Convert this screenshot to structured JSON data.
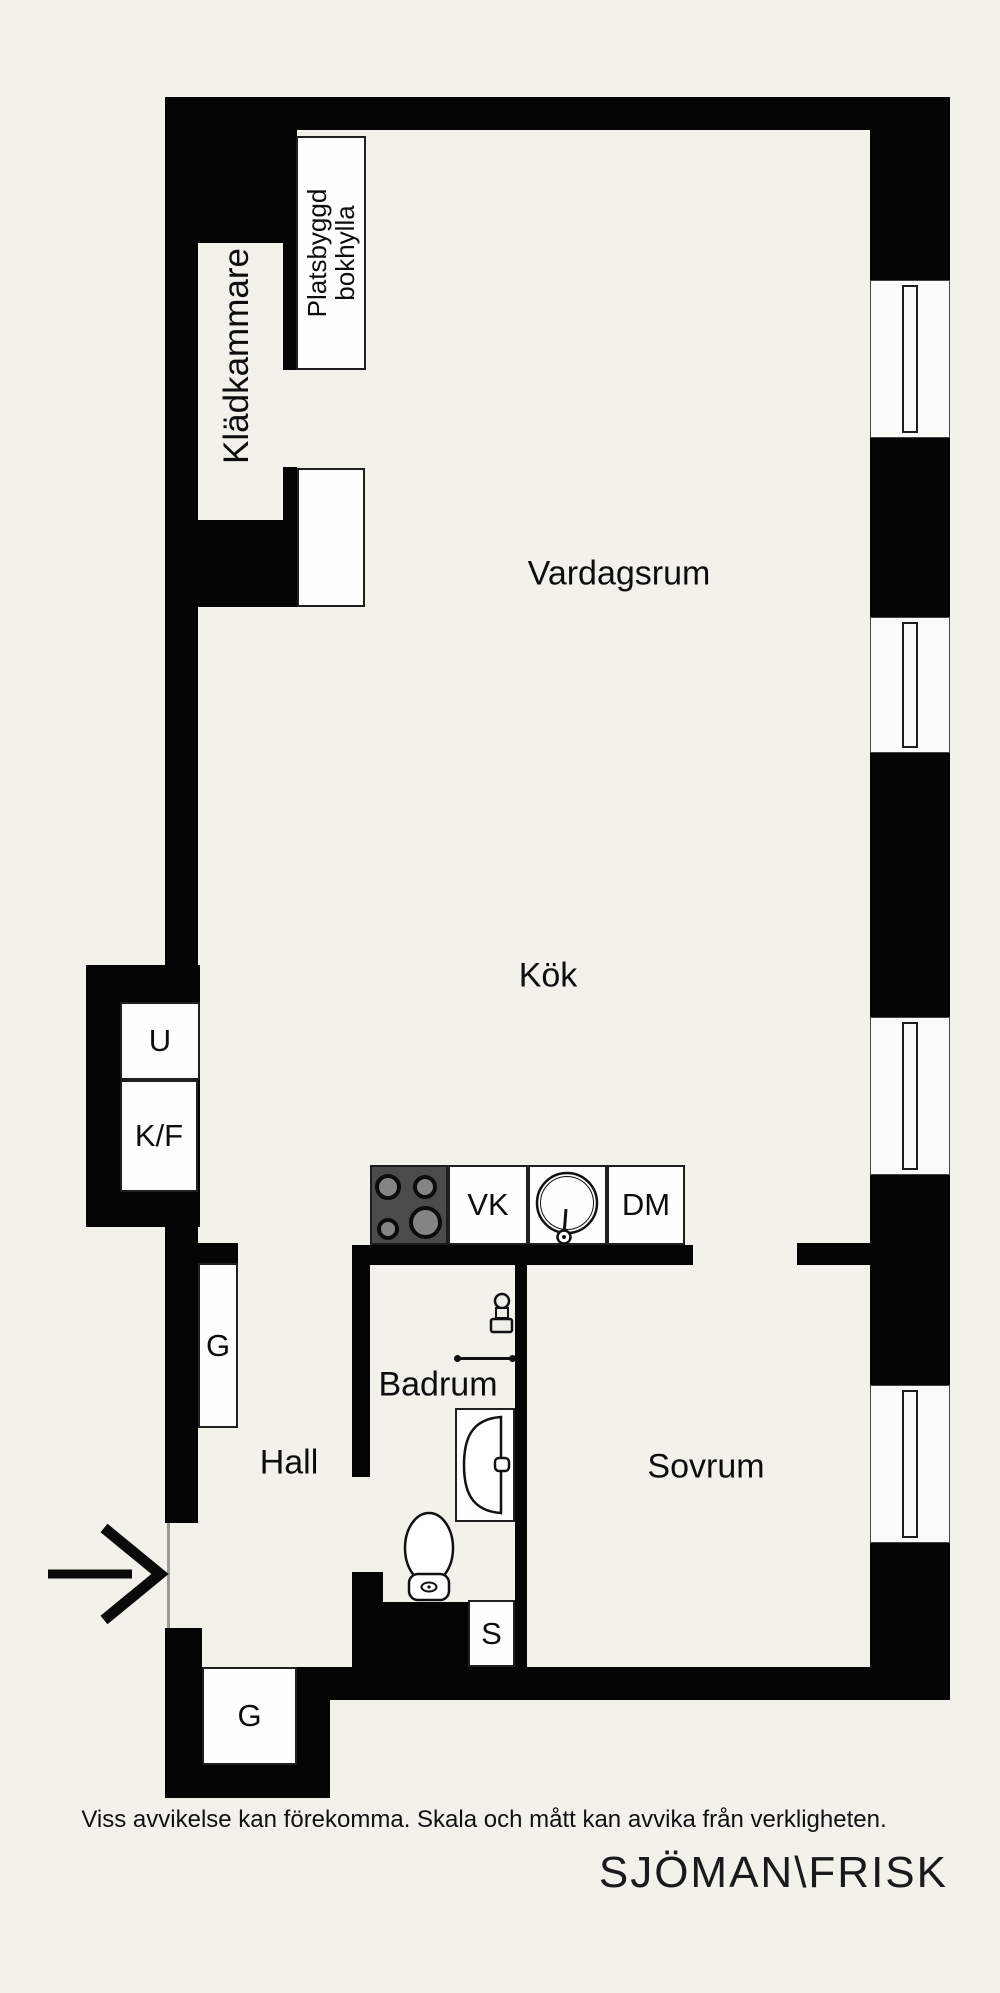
{
  "meta": {
    "background": "#f2f1ea",
    "wall_color": "#040404",
    "disclaimer": "Viss avvikelse kan förekomma. Skala och mått kan avvika från verkligheten.",
    "logo": "SJÖMAN\\FRISK"
  },
  "rooms": {
    "kladkammare": "Klädkammare",
    "vardagsrum": "Vardagsrum",
    "kok": "Kök",
    "hall": "Hall",
    "badrum": "Badrum",
    "sovrum": "Sovrum"
  },
  "fixtures": {
    "bokhylla_line1": "Platsbyggd",
    "bokhylla_line2": "bokhylla",
    "utility": "U",
    "fridge_freezer": "K/F",
    "wardrobe_hall": "G",
    "wardrobe_entry": "G",
    "shaft": "S",
    "hob": "VK",
    "dishwasher": "DM"
  }
}
